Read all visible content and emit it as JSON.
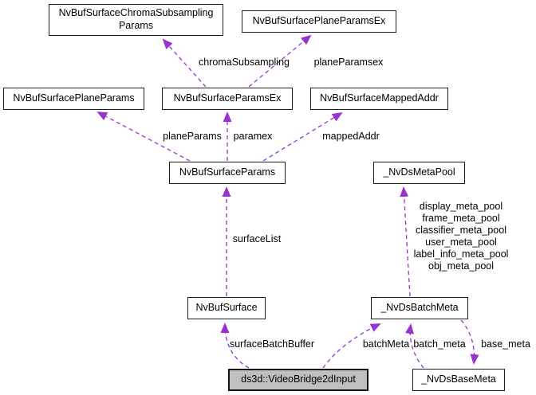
{
  "diagram": {
    "type": "collaboration-graph",
    "colors": {
      "edge": "#9a32cd",
      "node_border": "#1c1c1c",
      "node_fill": "#ffffff",
      "main_node_fill": "#bfbfbf",
      "text": "#000000",
      "background": "#ffffff"
    },
    "nodes": [
      {
        "id": "chroma",
        "label": "NvBufSurfaceChromaSubsampling Params"
      },
      {
        "id": "ppex",
        "label": "NvBufSurfacePlaneParamsEx"
      },
      {
        "id": "pp",
        "label": "NvBufSurfacePlaneParams"
      },
      {
        "id": "pex",
        "label": "NvBufSurfaceParamsEx"
      },
      {
        "id": "ma",
        "label": "NvBufSurfaceMappedAddr"
      },
      {
        "id": "sp",
        "label": "NvBufSurfaceParams"
      },
      {
        "id": "mp",
        "label": "_NvDsMetaPool"
      },
      {
        "id": "ns",
        "label": "NvBufSurface"
      },
      {
        "id": "bm",
        "label": "_NvDsBatchMeta"
      },
      {
        "id": "main",
        "label": "ds3d::VideoBridge2dInput"
      },
      {
        "id": "base",
        "label": "_NvDsBaseMeta"
      }
    ],
    "edge_labels": [
      {
        "id": "chromaSubsampling",
        "text": "chromaSubsampling"
      },
      {
        "id": "planeParamsex",
        "text": "planeParamsex"
      },
      {
        "id": "planeParams",
        "text": "planeParams"
      },
      {
        "id": "paramex",
        "text": "paramex"
      },
      {
        "id": "mappedAddr",
        "text": "mappedAddr"
      },
      {
        "id": "surfaceList",
        "text": "surfaceList"
      },
      {
        "id": "display_meta_pool",
        "text": "display_meta_pool"
      },
      {
        "id": "frame_meta_pool",
        "text": "frame_meta_pool"
      },
      {
        "id": "classifier_meta_pool",
        "text": "classifier_meta_pool"
      },
      {
        "id": "user_meta_pool",
        "text": "user_meta_pool"
      },
      {
        "id": "label_info_meta_pool",
        "text": "label_info_meta_pool"
      },
      {
        "id": "obj_meta_pool",
        "text": "obj_meta_pool"
      },
      {
        "id": "surfaceBatchBuffer",
        "text": "surfaceBatchBuffer"
      },
      {
        "id": "batchMeta",
        "text": "batchMeta"
      },
      {
        "id": "batch_meta",
        "text": "batch_meta"
      },
      {
        "id": "base_meta",
        "text": "base_meta"
      }
    ]
  }
}
